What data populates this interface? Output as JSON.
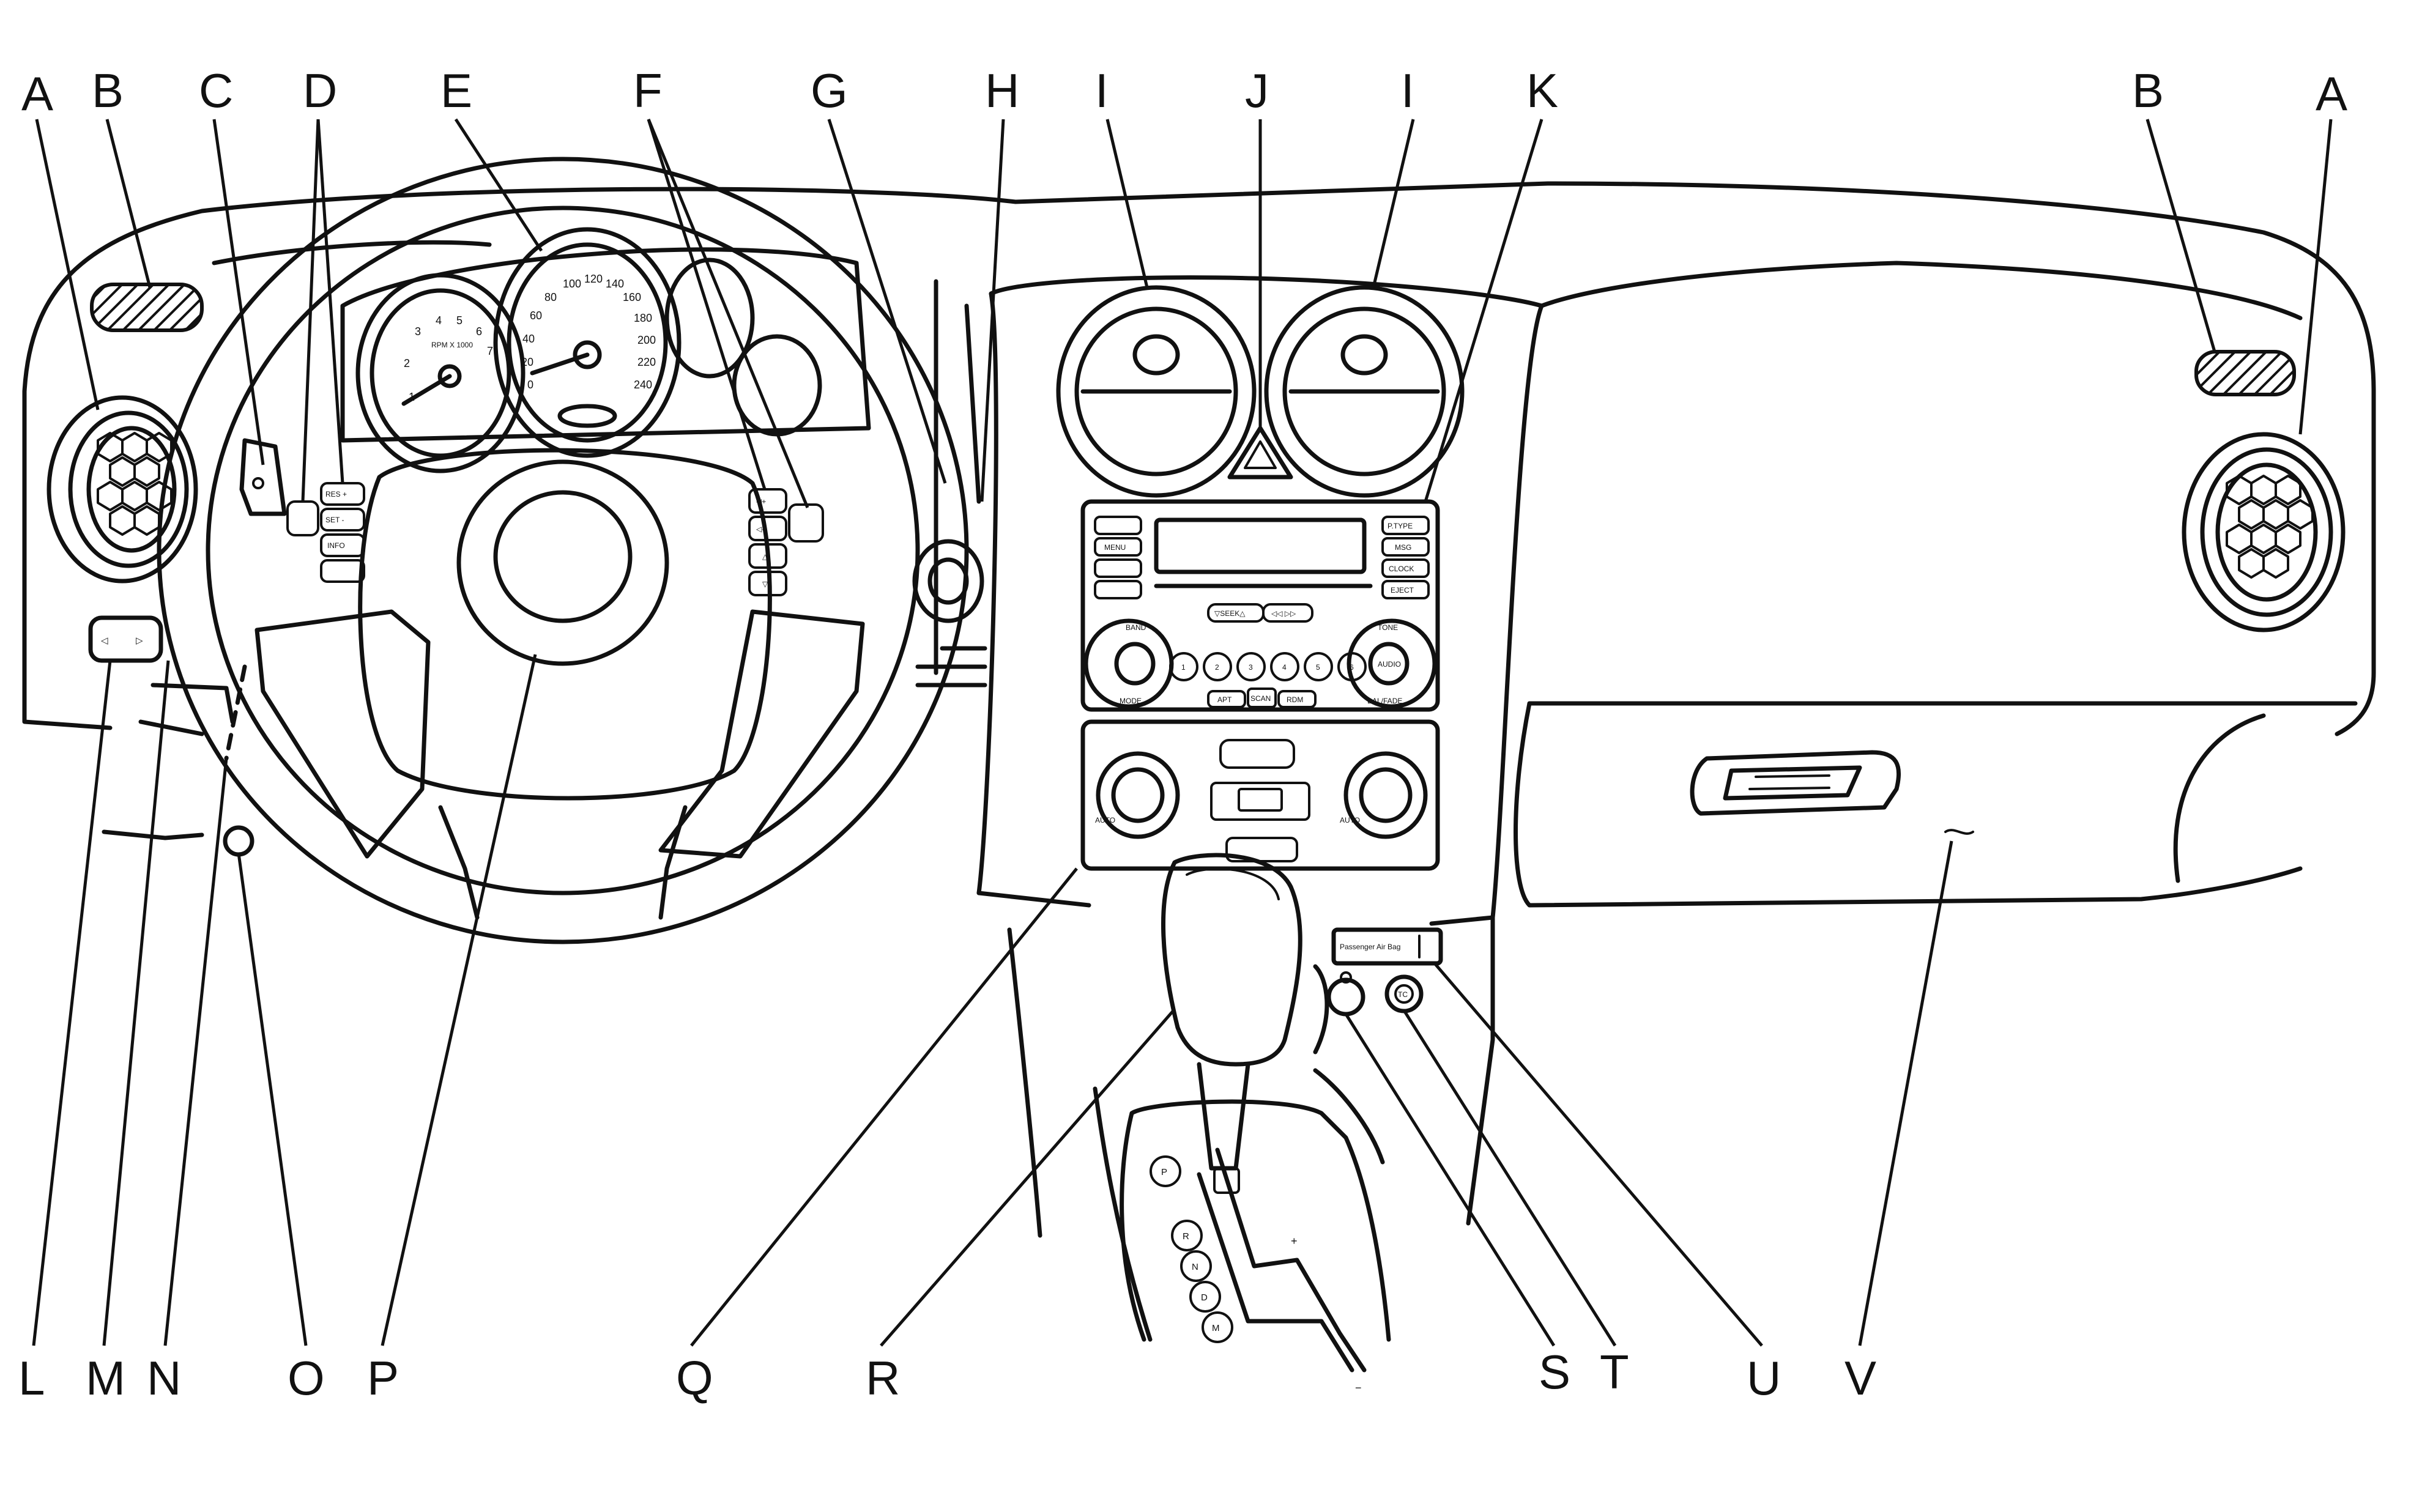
{
  "callouts": [
    {
      "id": "A-left",
      "label": "A"
    },
    {
      "id": "B-left",
      "label": "B"
    },
    {
      "id": "C",
      "label": "C"
    },
    {
      "id": "D",
      "label": "D"
    },
    {
      "id": "E",
      "label": "E"
    },
    {
      "id": "F",
      "label": "F"
    },
    {
      "id": "G",
      "label": "G"
    },
    {
      "id": "H",
      "label": "H"
    },
    {
      "id": "I-left",
      "label": "I"
    },
    {
      "id": "J",
      "label": "J"
    },
    {
      "id": "I-right",
      "label": "I"
    },
    {
      "id": "K",
      "label": "K"
    },
    {
      "id": "B-right",
      "label": "B"
    },
    {
      "id": "A-right",
      "label": "A"
    },
    {
      "id": "L",
      "label": "L"
    },
    {
      "id": "M",
      "label": "M"
    },
    {
      "id": "N",
      "label": "N"
    },
    {
      "id": "O",
      "label": "O"
    },
    {
      "id": "P",
      "label": "P"
    },
    {
      "id": "Q",
      "label": "Q"
    },
    {
      "id": "R",
      "label": "R"
    },
    {
      "id": "S",
      "label": "S"
    },
    {
      "id": "T",
      "label": "T"
    },
    {
      "id": "U",
      "label": "U"
    },
    {
      "id": "V",
      "label": "V"
    }
  ],
  "tachometer": {
    "ticks": [
      "1",
      "2",
      "3",
      "4",
      "5",
      "6",
      "7"
    ],
    "unit": "RPM X 1000"
  },
  "speedometer": {
    "ticks": [
      "0",
      "20",
      "40",
      "60",
      "80",
      "100",
      "120",
      "140",
      "160",
      "180",
      "200",
      "220",
      "240"
    ]
  },
  "steering_controls": {
    "left": [
      "RES +",
      "SET -",
      "INFO"
    ],
    "right": [
      "◁+",
      "◁-",
      "△",
      "▽"
    ]
  },
  "radio": {
    "left_buttons": [
      "",
      "MENU",
      "",
      ""
    ],
    "right_buttons": [
      "P.TYPE",
      "MSG",
      "CLOCK",
      "EJECT"
    ],
    "seek_label": "▽SEEK△",
    "track_label": "◁◁ ▷▷",
    "band_label": "BAND",
    "tone_label": "TONE",
    "presets": [
      "1",
      "2",
      "3",
      "4",
      "5",
      "6"
    ],
    "mode_label": "MODE",
    "balfade_label": "BAL/FADE",
    "bottom_buttons": [
      "APT",
      "SCAN",
      "RDM"
    ],
    "audio_label": "AUDIO"
  },
  "climate": {
    "left_label": "AUTO",
    "right_label": "AUTO"
  },
  "shifter_positions": [
    "P",
    "R",
    "N",
    "D",
    "M"
  ],
  "shift_plus": "+",
  "shift_minus": "−",
  "airbag_label": "Passenger Air Bag",
  "ignition_label": "TC"
}
